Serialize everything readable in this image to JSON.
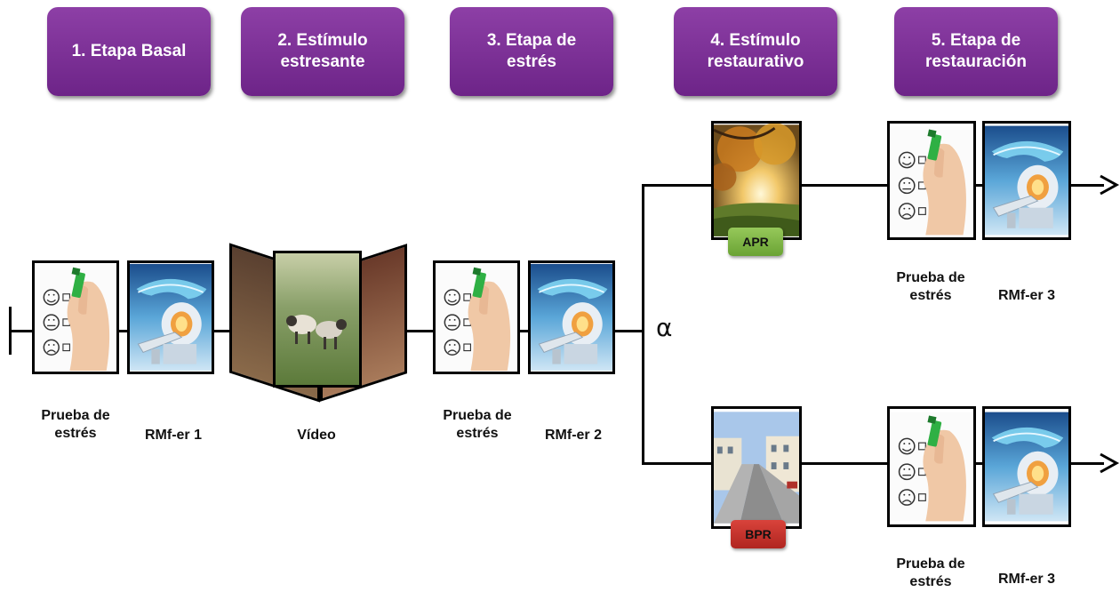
{
  "stages": [
    {
      "label": "1. Etapa Basal"
    },
    {
      "label": "2. Estímulo estresante"
    },
    {
      "label": "3. Etapa de estrés"
    },
    {
      "label": "4. Estímulo restaurativo"
    },
    {
      "label": "5. Etapa de restauración"
    }
  ],
  "labels": {
    "test": "Prueba de estrés",
    "mri1": "RMf-er 1",
    "video": "Vídeo",
    "mri2": "RMf-er 2",
    "mri3": "RMf-er 3"
  },
  "branch_symbol": "α",
  "badges": {
    "high": "APR",
    "low": "BPR"
  },
  "colors": {
    "stage": "#7a2d93",
    "badge_high": "#7cb342",
    "badge_low": "#c62828"
  }
}
